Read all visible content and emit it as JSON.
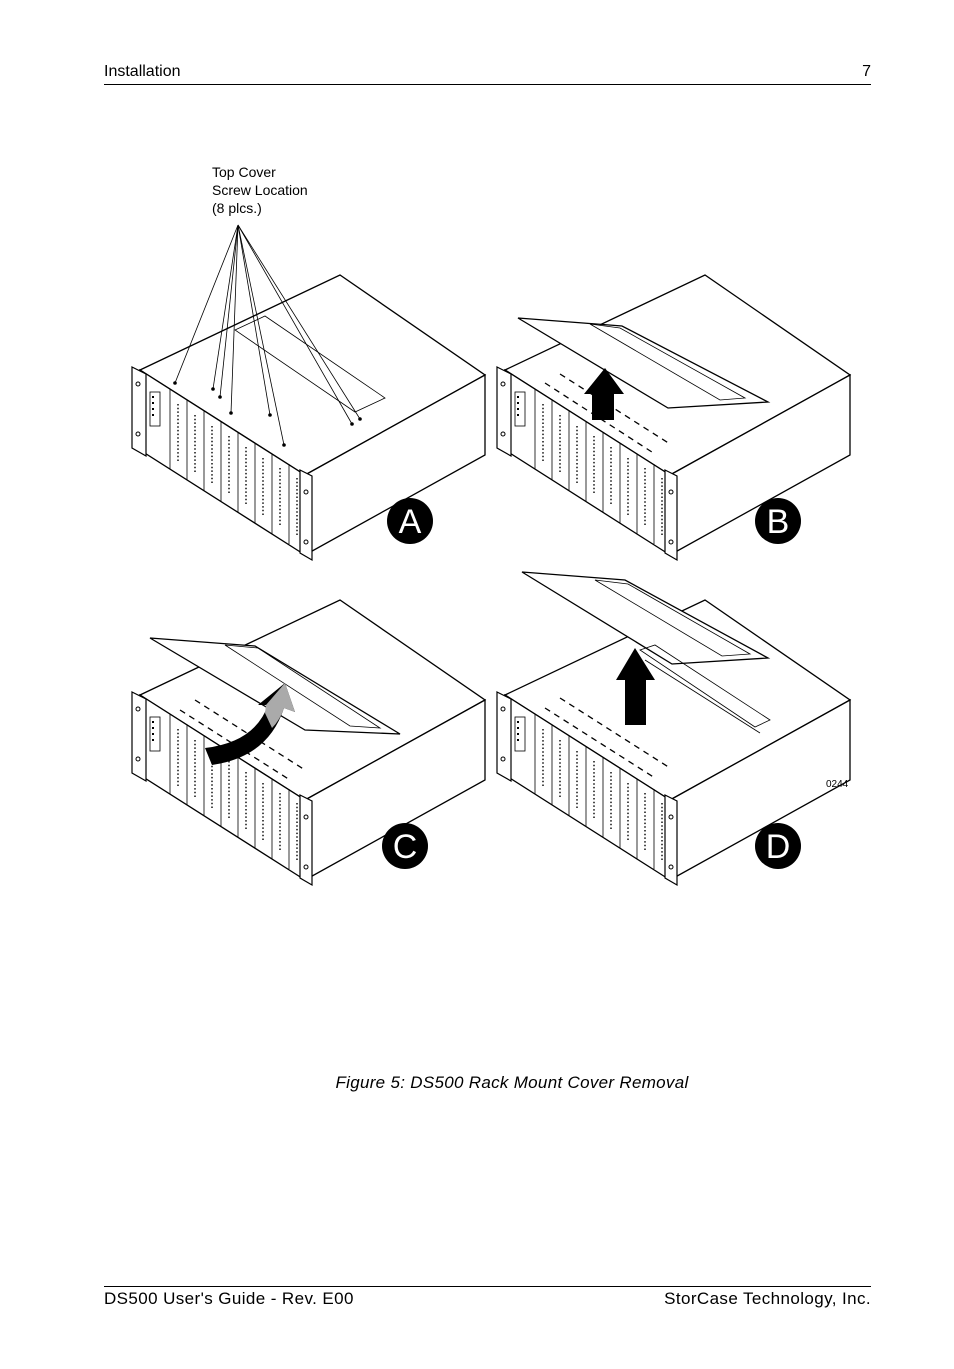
{
  "header": {
    "section": "Installation",
    "page_number": "7"
  },
  "callout": {
    "line1": "Top Cover",
    "line2": "Screw Location",
    "line3": "(8 plcs.)"
  },
  "panels": [
    {
      "label": "A"
    },
    {
      "label": "B"
    },
    {
      "label": "C"
    },
    {
      "label": "D"
    }
  ],
  "figure_code": "0244",
  "caption": "Figure 5:  DS500 Rack Mount Cover Removal",
  "footer": {
    "left": "DS500 User's Guide - Rev. E00",
    "right": "StorCase Technology, Inc."
  }
}
